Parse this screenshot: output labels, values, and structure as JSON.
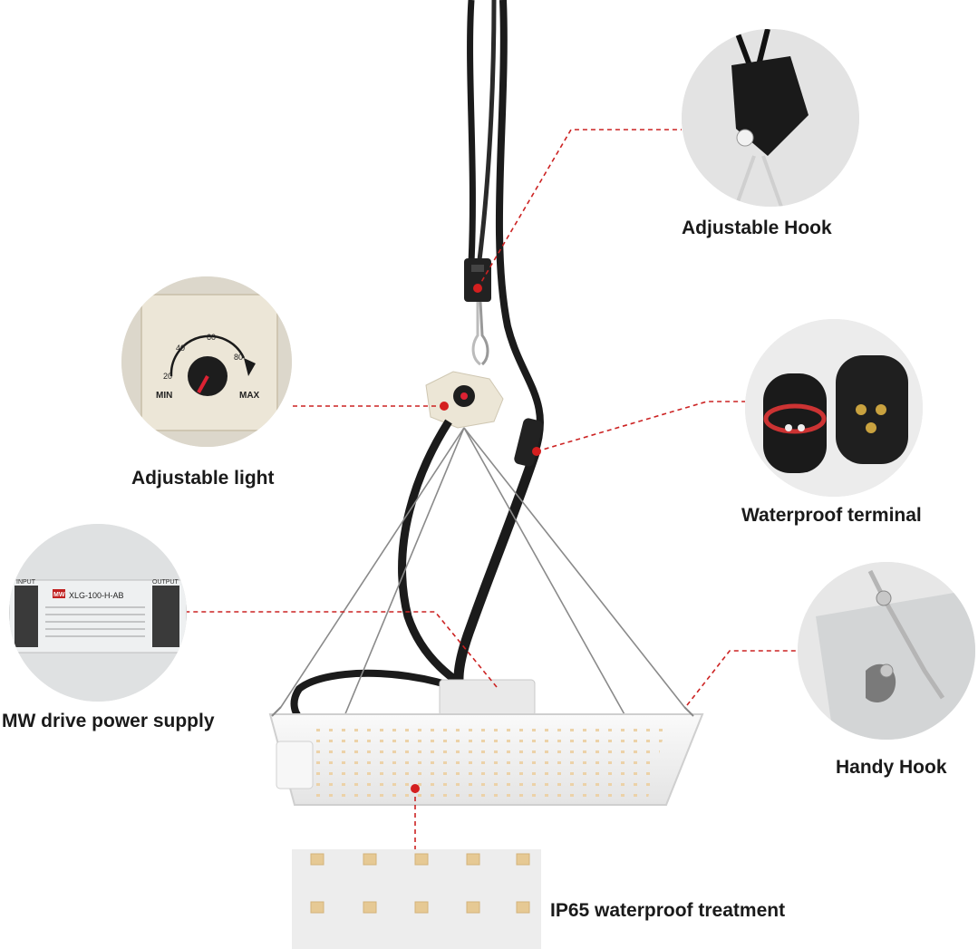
{
  "features": {
    "adjustable_hook": "Adjustable Hook",
    "adjustable_light": "Adjustable light",
    "waterproof_terminal": "Waterproof terminal",
    "power_supply": "MW drive power supply",
    "handy_hook": "Handy Hook",
    "ip65": "IP65 waterproof treatment"
  },
  "dial": {
    "mark_20": "20",
    "mark_40": "40",
    "mark_60": "60",
    "mark_80": "80",
    "min": "MIN",
    "max": "MAX"
  },
  "driver_label": {
    "input": "INPUT",
    "model": "XLG-100-H-AB",
    "output": "OUTPUT",
    "brand": "MW"
  },
  "colors": {
    "callout_line": "#cc2222",
    "callout_dot": "#d41f1f",
    "cable": "#1b1b1b",
    "panel": "#f4f4f4",
    "led": "#e9c896"
  }
}
